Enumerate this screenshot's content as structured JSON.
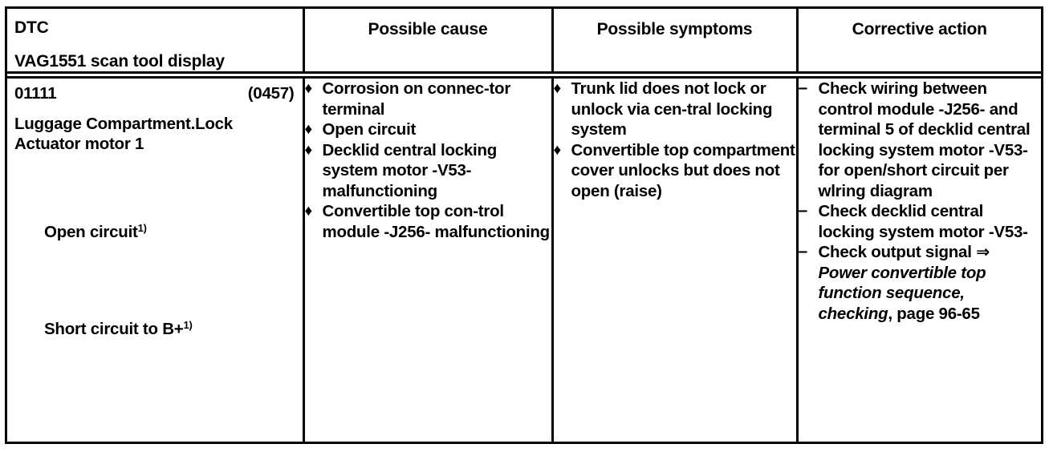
{
  "table": {
    "headers": [
      {
        "line1": "DTC",
        "line2": "VAG1551 scan tool display"
      },
      {
        "label": "Possible cause"
      },
      {
        "label": "Possible symptoms"
      },
      {
        "label": "Corrective action"
      }
    ],
    "row": {
      "dtc": {
        "code": "01111",
        "code_alt": "(0457)",
        "description": "Luggage Compartment.Lock Actuator motor 1",
        "condition_1": "Open circuit",
        "condition_1_footnote": "1)",
        "condition_2": "Short circuit to B+",
        "condition_2_footnote": "1)"
      },
      "possible_cause": {
        "marker": "♦",
        "group_1": [
          "Corrosion on connec-­tor terminal",
          "Open circuit",
          "Decklid central locking system motor -V53- malfunctioning"
        ],
        "group_2": [
          "Convertible top con-­trol module -J256- malfunctioning"
        ]
      },
      "possible_symptoms": {
        "marker": "♦",
        "items": [
          "Trunk lid does not lock or unlock via cen-­tral locking system",
          "Convertible top compartment cover unlocks but does not open (raise)"
        ]
      },
      "corrective_action": {
        "marker": "–",
        "items": [
          "Check wiring between control module -J256- and terminal 5 of decklid central locking system motor -V53- for open/short circuit per wlring  diagram",
          "Check decklid central locking system motor -V53-"
        ],
        "final_item": {
          "lead": "Check output signal",
          "arrow": "⇒",
          "reference_italic": "Power convertible top function sequence, checking",
          "reference_tail": ", page 96-65"
        }
      }
    }
  }
}
